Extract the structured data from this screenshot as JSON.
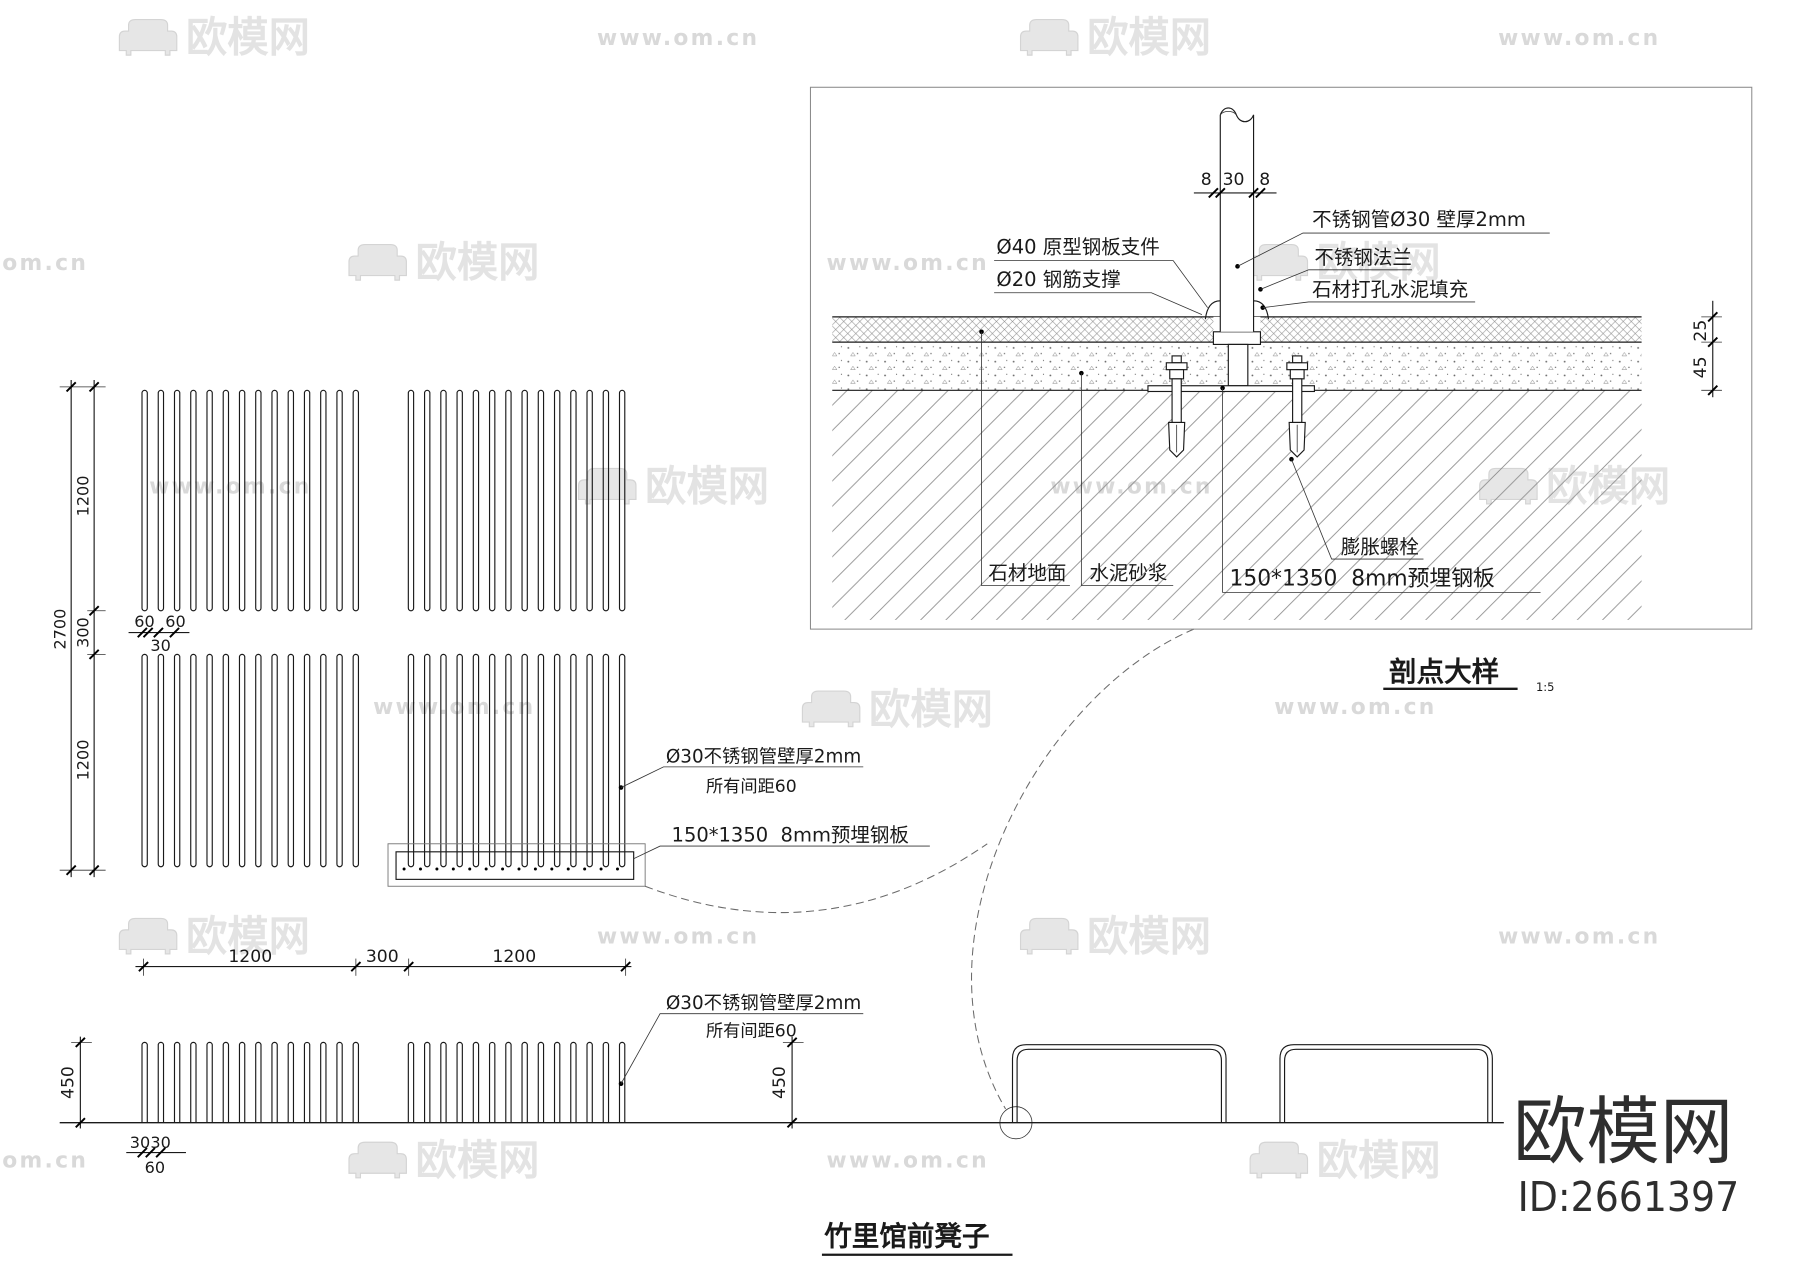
{
  "watermark": {
    "logo": "欧模网",
    "url": "www.om.cn",
    "url_short": "om.cn",
    "icon": "sofa-icon"
  },
  "brand": {
    "name": "欧模网",
    "id": "ID:2661397"
  },
  "plan_view": {
    "dim_total": "2700",
    "dim_upper": "1200",
    "dim_gap": "300",
    "dim_lower": "1200",
    "dim_spacing_1": "60",
    "dim_spacing_2": "60",
    "dim_rod": "30",
    "callout_pipe": "Ø30不锈钢管壁厚2mm",
    "callout_spacing": "所有间距60",
    "callout_plate": "150*1350  8mm预埋钢板"
  },
  "section_detail": {
    "title": "剖点大样",
    "scale": "1:5",
    "dim_wall_left": "8",
    "dim_pipe": "30",
    "dim_wall_right": "8",
    "label_support": "Ø40 原型钢板支件",
    "label_rebar": "Ø20 钢筋支撑",
    "label_pipe": "不锈钢管Ø30 壁厚2mm",
    "label_flange": "不锈钢法兰",
    "label_fill": "石材打孔水泥填充",
    "dim_stone": "25",
    "dim_mortar": "45",
    "label_stone": "石材地面",
    "label_mortar": "水泥砂浆",
    "label_plate": "150*1350  8mm预埋钢板",
    "label_bolt": "膨胀螺栓"
  },
  "elevation": {
    "title": "竹里馆前凳子",
    "dim_left_panel": "1200",
    "dim_gap": "300",
    "dim_right_panel": "1200",
    "dim_height_front": "450",
    "dim_height_side": "450",
    "dim_rod_a": "30",
    "dim_rod_b": "30",
    "dim_spacing": "60",
    "callout_pipe": "Ø30不锈钢管壁厚2mm",
    "callout_spacing": "所有间距60"
  }
}
